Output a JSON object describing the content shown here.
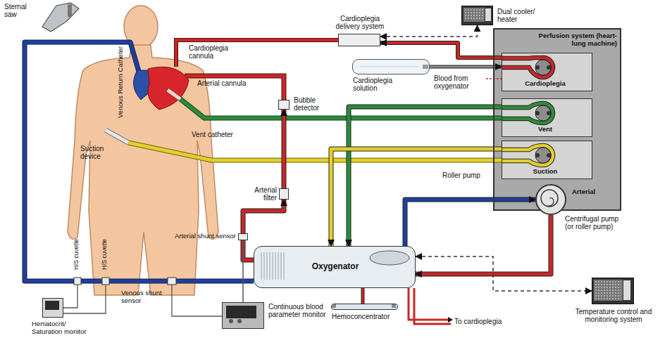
{
  "diagram": {
    "nodes": [
      {
        "text": [
          "Perfusion system (heart-lung machine)"
        ]
      },
      {
        "text": [
          "Cardioplegia"
        ],
        "in": 0
      },
      {
        "text": [
          "Vent"
        ],
        "in": 0
      },
      {
        "text": [
          "Suction"
        ],
        "in": 0
      },
      {
        "text": [
          "Cardioplegia delivery system"
        ]
      },
      {
        "text": [
          "Dual cooler/ heater"
        ]
      },
      {
        "text": [
          "Cardioplegia solution"
        ]
      },
      {
        "text": [
          "Bubble detector"
        ]
      },
      {
        "text": [
          "Arterial filter"
        ]
      },
      {
        "text": [
          "Arterial shunt sensor"
        ]
      },
      {
        "text": [
          "Oxygenator"
        ]
      },
      {
        "text": [
          "Hemoconcentrator"
        ]
      },
      {
        "text": [
          "Temperature control and monitoring system"
        ]
      },
      {
        "text": [
          "Continuous blood parameter monitor"
        ]
      },
      {
        "text": [
          "Hematocrit/ Saturation monitor"
        ]
      },
      {
        "text": [
          "Centrifugal pump (or roller pump)"
        ]
      }
    ],
    "edges": [
      {
        "from": 1,
        "to": 4,
        "arrow": "to"
      },
      {
        "from": 4,
        "to": 5,
        "arrow": "both"
      },
      {
        "from": 6,
        "to": 1,
        "arrow": "to"
      },
      {
        "from": 2,
        "to": 10,
        "arrow": "to"
      },
      {
        "from": 3,
        "to": 10,
        "arrow": "to"
      },
      {
        "from": 10,
        "to": 15,
        "arrow": "to"
      },
      {
        "from": 15,
        "to": 10,
        "arrow": "to"
      },
      {
        "from": 10,
        "to": 8,
        "arrow": "to"
      },
      {
        "from": 8,
        "to": 7,
        "arrow": "to"
      },
      {
        "from": 9,
        "to": 13,
        "arrow": "none"
      },
      {
        "from": 10,
        "to": 11,
        "arrow": "none"
      },
      {
        "from": 10,
        "to": 12,
        "arrow": "both"
      }
    ],
    "labels": [
      "Sternal saw",
      "Cardioplegia cannula",
      "Arterial cannula",
      "Venous Return Catheter",
      "Vent catheter",
      "Suction device",
      "Blood from oxygenator",
      "Roller pump",
      "Arterial",
      "H/S cuvette",
      "H/S cuvette",
      "Venous shunt sensor",
      "To cardioplegia"
    ]
  }
}
